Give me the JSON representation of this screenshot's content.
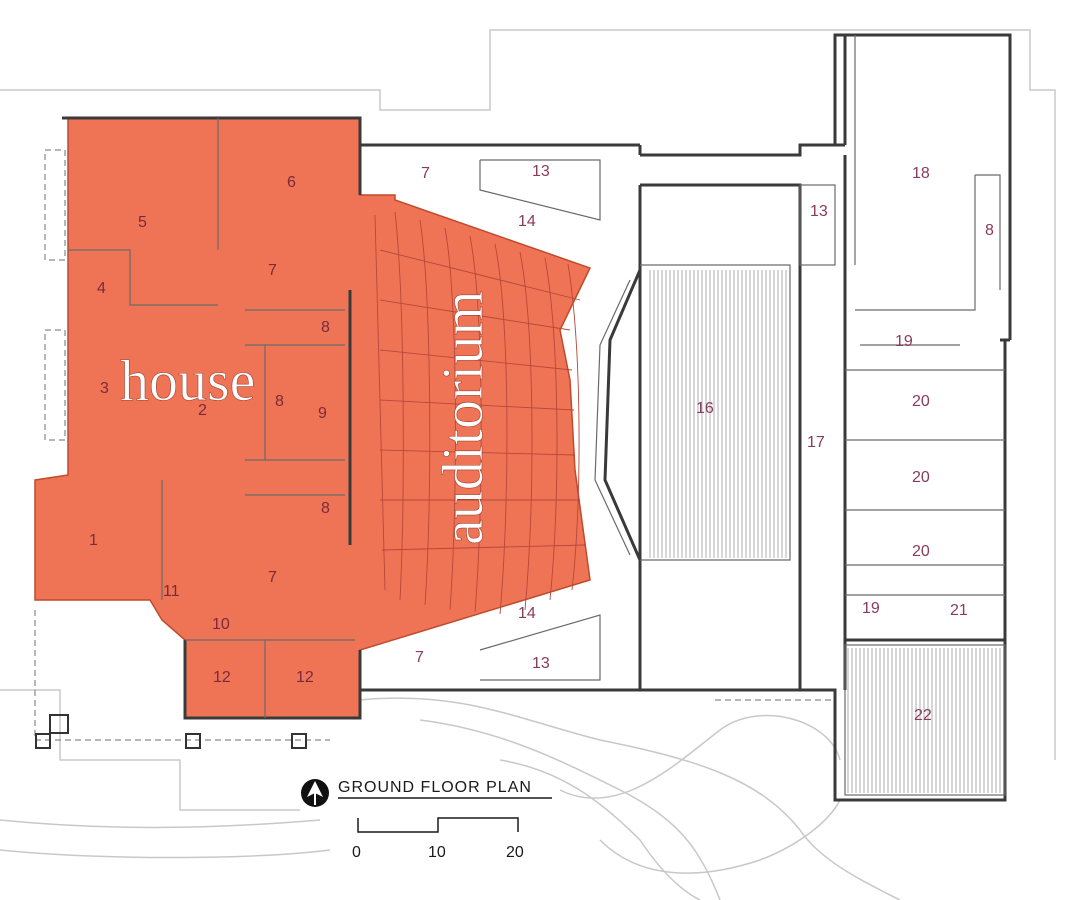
{
  "title": "GROUND FLOOR PLAN",
  "zone_labels": {
    "house": "house",
    "auditorium": "auditorium"
  },
  "scale_bar": {
    "ticks": [
      "0",
      "10",
      "20"
    ]
  },
  "rooms": [
    {
      "id": "r1",
      "label": "1"
    },
    {
      "id": "r2",
      "label": "2"
    },
    {
      "id": "r3",
      "label": "3"
    },
    {
      "id": "r4",
      "label": "4"
    },
    {
      "id": "r5",
      "label": "5"
    },
    {
      "id": "r6",
      "label": "6"
    },
    {
      "id": "r7a",
      "label": "7"
    },
    {
      "id": "r7b",
      "label": "7"
    },
    {
      "id": "r7c",
      "label": "7"
    },
    {
      "id": "r7d",
      "label": "7"
    },
    {
      "id": "r8a",
      "label": "8"
    },
    {
      "id": "r8b",
      "label": "8"
    },
    {
      "id": "r8c",
      "label": "8"
    },
    {
      "id": "r8d",
      "label": "8"
    },
    {
      "id": "r9",
      "label": "9"
    },
    {
      "id": "r10",
      "label": "10"
    },
    {
      "id": "r11",
      "label": "11"
    },
    {
      "id": "r12a",
      "label": "12"
    },
    {
      "id": "r12b",
      "label": "12"
    },
    {
      "id": "r13a",
      "label": "13"
    },
    {
      "id": "r13b",
      "label": "13"
    },
    {
      "id": "r13c",
      "label": "13"
    },
    {
      "id": "r14a",
      "label": "14"
    },
    {
      "id": "r14b",
      "label": "14"
    },
    {
      "id": "r16",
      "label": "16"
    },
    {
      "id": "r17",
      "label": "17"
    },
    {
      "id": "r18",
      "label": "18"
    },
    {
      "id": "r19a",
      "label": "19"
    },
    {
      "id": "r19b",
      "label": "19"
    },
    {
      "id": "r20a",
      "label": "20"
    },
    {
      "id": "r20b",
      "label": "20"
    },
    {
      "id": "r20c",
      "label": "20"
    },
    {
      "id": "r21",
      "label": "21"
    },
    {
      "id": "r22",
      "label": "22"
    }
  ],
  "colors": {
    "highlight": "#ee7455",
    "room_number": "#8a3a5c",
    "wall": "#3a3a3a"
  }
}
